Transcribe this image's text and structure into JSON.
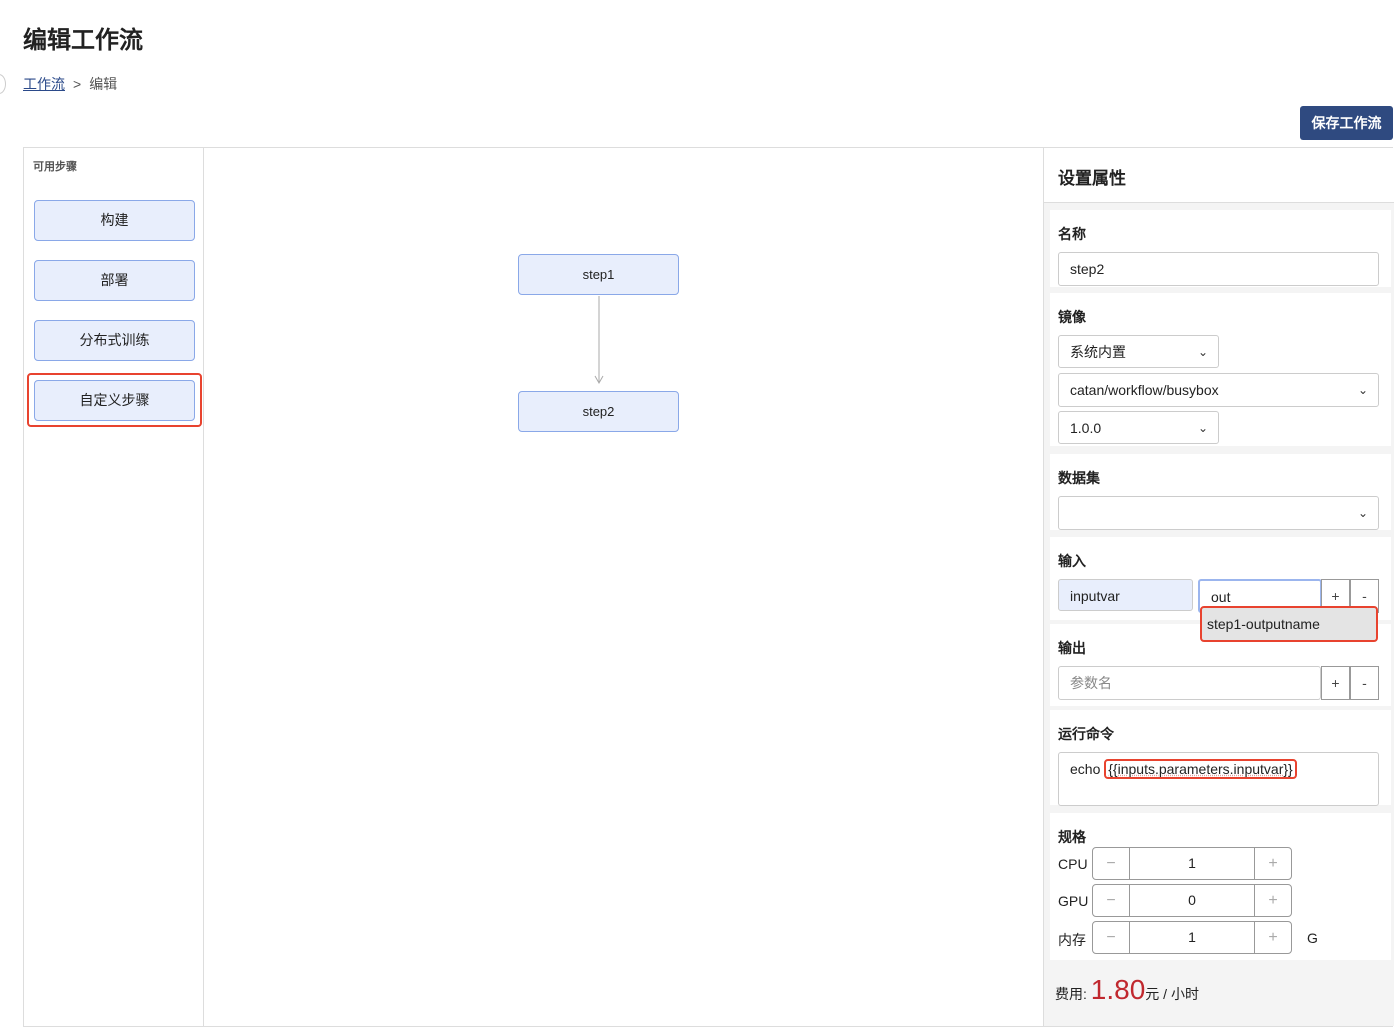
{
  "page": {
    "title": "编辑工作流",
    "breadcrumb": {
      "link": "工作流",
      "sep": ">",
      "current": "编辑"
    },
    "save_label": "保存工作流"
  },
  "steps_panel": {
    "label": "可用步骤",
    "items": [
      "构建",
      "部署",
      "分布式训练",
      "自定义步骤"
    ]
  },
  "canvas": {
    "nodes": [
      "step1",
      "step2"
    ]
  },
  "props": {
    "header": "设置属性",
    "name": {
      "label": "名称",
      "value": "step2"
    },
    "image": {
      "label": "镜像",
      "source": "系统内置",
      "repo": "catan/workflow/busybox",
      "tag": "1.0.0"
    },
    "dataset": {
      "label": "数据集",
      "value": ""
    },
    "input": {
      "label": "输入",
      "name": "inputvar",
      "value": "out",
      "suggestion": "step1-outputname",
      "add": "+",
      "remove": "-"
    },
    "output": {
      "label": "输出",
      "placeholder": "参数名",
      "add": "+",
      "remove": "-"
    },
    "command": {
      "label": "运行命令",
      "prefix": "echo ",
      "expr": "{{inputs.parameters.inputvar}}"
    },
    "spec": {
      "label": "规格",
      "cpu": {
        "label": "CPU",
        "value": "1"
      },
      "gpu": {
        "label": "GPU",
        "value": "0"
      },
      "mem": {
        "label": "内存",
        "value": "1",
        "unit": "G"
      },
      "minus": "−",
      "plus": "+"
    },
    "cost": {
      "label": "费用:",
      "value": "1.80",
      "unit": "元 / 小时"
    }
  }
}
